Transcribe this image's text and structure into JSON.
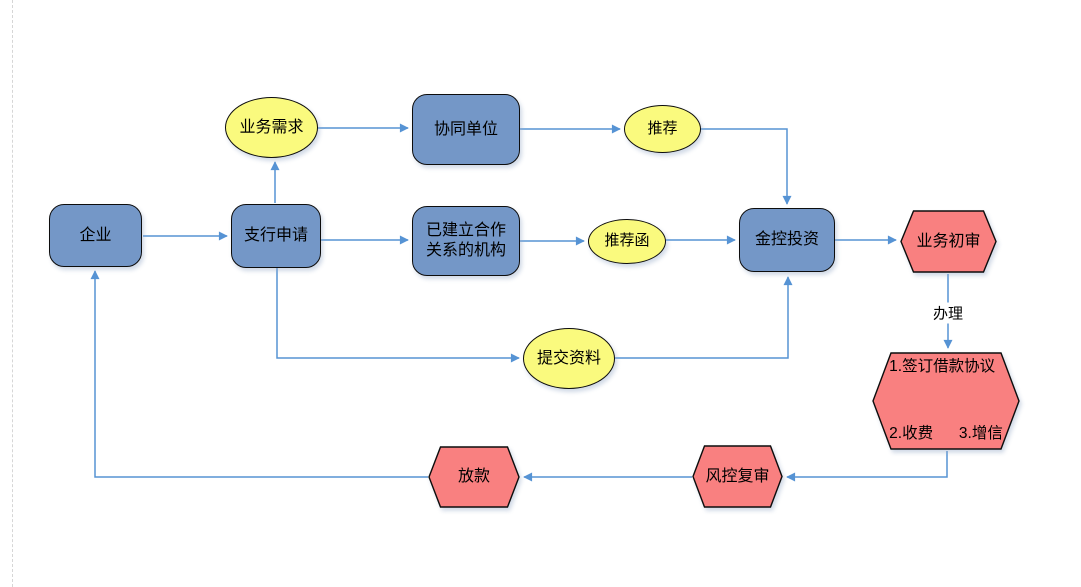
{
  "nodes": [
    {
      "id": "enterprise",
      "label": "企业",
      "shape": "rounded-rect"
    },
    {
      "id": "branch-application",
      "label": "支行申请",
      "shape": "rounded-rect"
    },
    {
      "id": "business-need",
      "label": "业务需求",
      "shape": "ellipse"
    },
    {
      "id": "cooperating-unit",
      "label": "协同单位",
      "shape": "rounded-rect"
    },
    {
      "id": "established-partner",
      "label": "已建立合作关系的机构",
      "shape": "rounded-rect"
    },
    {
      "id": "recommend",
      "label": "推荐",
      "shape": "ellipse"
    },
    {
      "id": "recommendation-letter",
      "label": "推荐函",
      "shape": "ellipse"
    },
    {
      "id": "submit-materials",
      "label": "提交资料",
      "shape": "ellipse"
    },
    {
      "id": "jinkong-investment",
      "label": "金控投资",
      "shape": "rounded-rect"
    },
    {
      "id": "initial-review",
      "label": "业务初审",
      "shape": "hexagon"
    },
    {
      "id": "sign-agreement",
      "line1": "1.签订借款协议",
      "line2": "2.收费      3.增信",
      "shape": "hexagon"
    },
    {
      "id": "risk-review",
      "label": "风控复审",
      "shape": "hexagon"
    },
    {
      "id": "disburse-loan",
      "label": "放款",
      "shape": "hexagon"
    }
  ],
  "edge_labels": {
    "process": "办理"
  },
  "colors": {
    "node_blue": "#7497C7",
    "node_yellow": "#FAFA7E",
    "node_red": "#F98080",
    "connector_blue": "#5693D4",
    "outline_black": "#0d0d0d",
    "page_line_gray": "#d6d6d6"
  }
}
